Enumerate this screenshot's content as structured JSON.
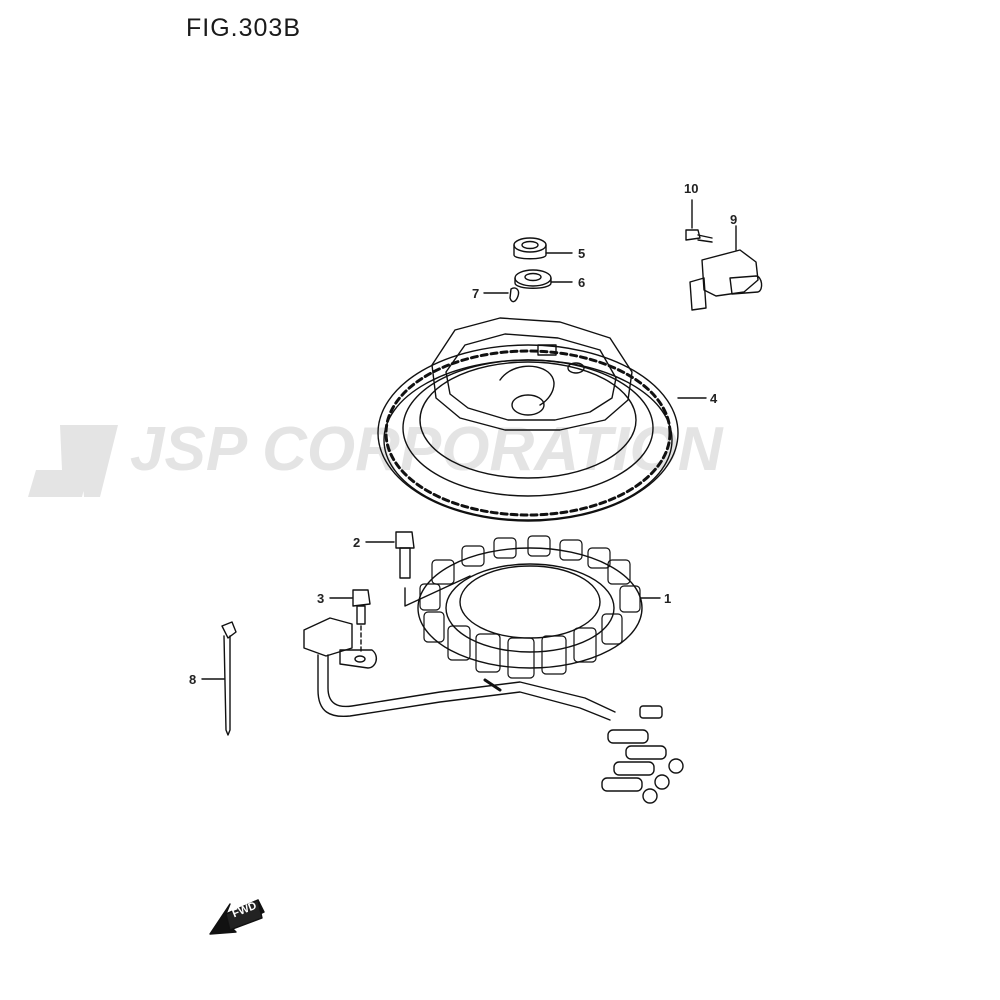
{
  "figure": {
    "title": "FIG.303B"
  },
  "watermark": {
    "text": "JSP CORPORATION",
    "color": "#e3e3e3"
  },
  "direction_indicator": {
    "label": "FWD"
  },
  "callouts": [
    {
      "number": "1",
      "part": "stator"
    },
    {
      "number": "2",
      "part": "stator-bolt"
    },
    {
      "number": "3",
      "part": "bracket-bolt"
    },
    {
      "number": "4",
      "part": "flywheel"
    },
    {
      "number": "5",
      "part": "nut"
    },
    {
      "number": "6",
      "part": "washer"
    },
    {
      "number": "7",
      "part": "key"
    },
    {
      "number": "8",
      "part": "cable-tie"
    },
    {
      "number": "9",
      "part": "sensor"
    },
    {
      "number": "10",
      "part": "sensor-bolt"
    }
  ]
}
